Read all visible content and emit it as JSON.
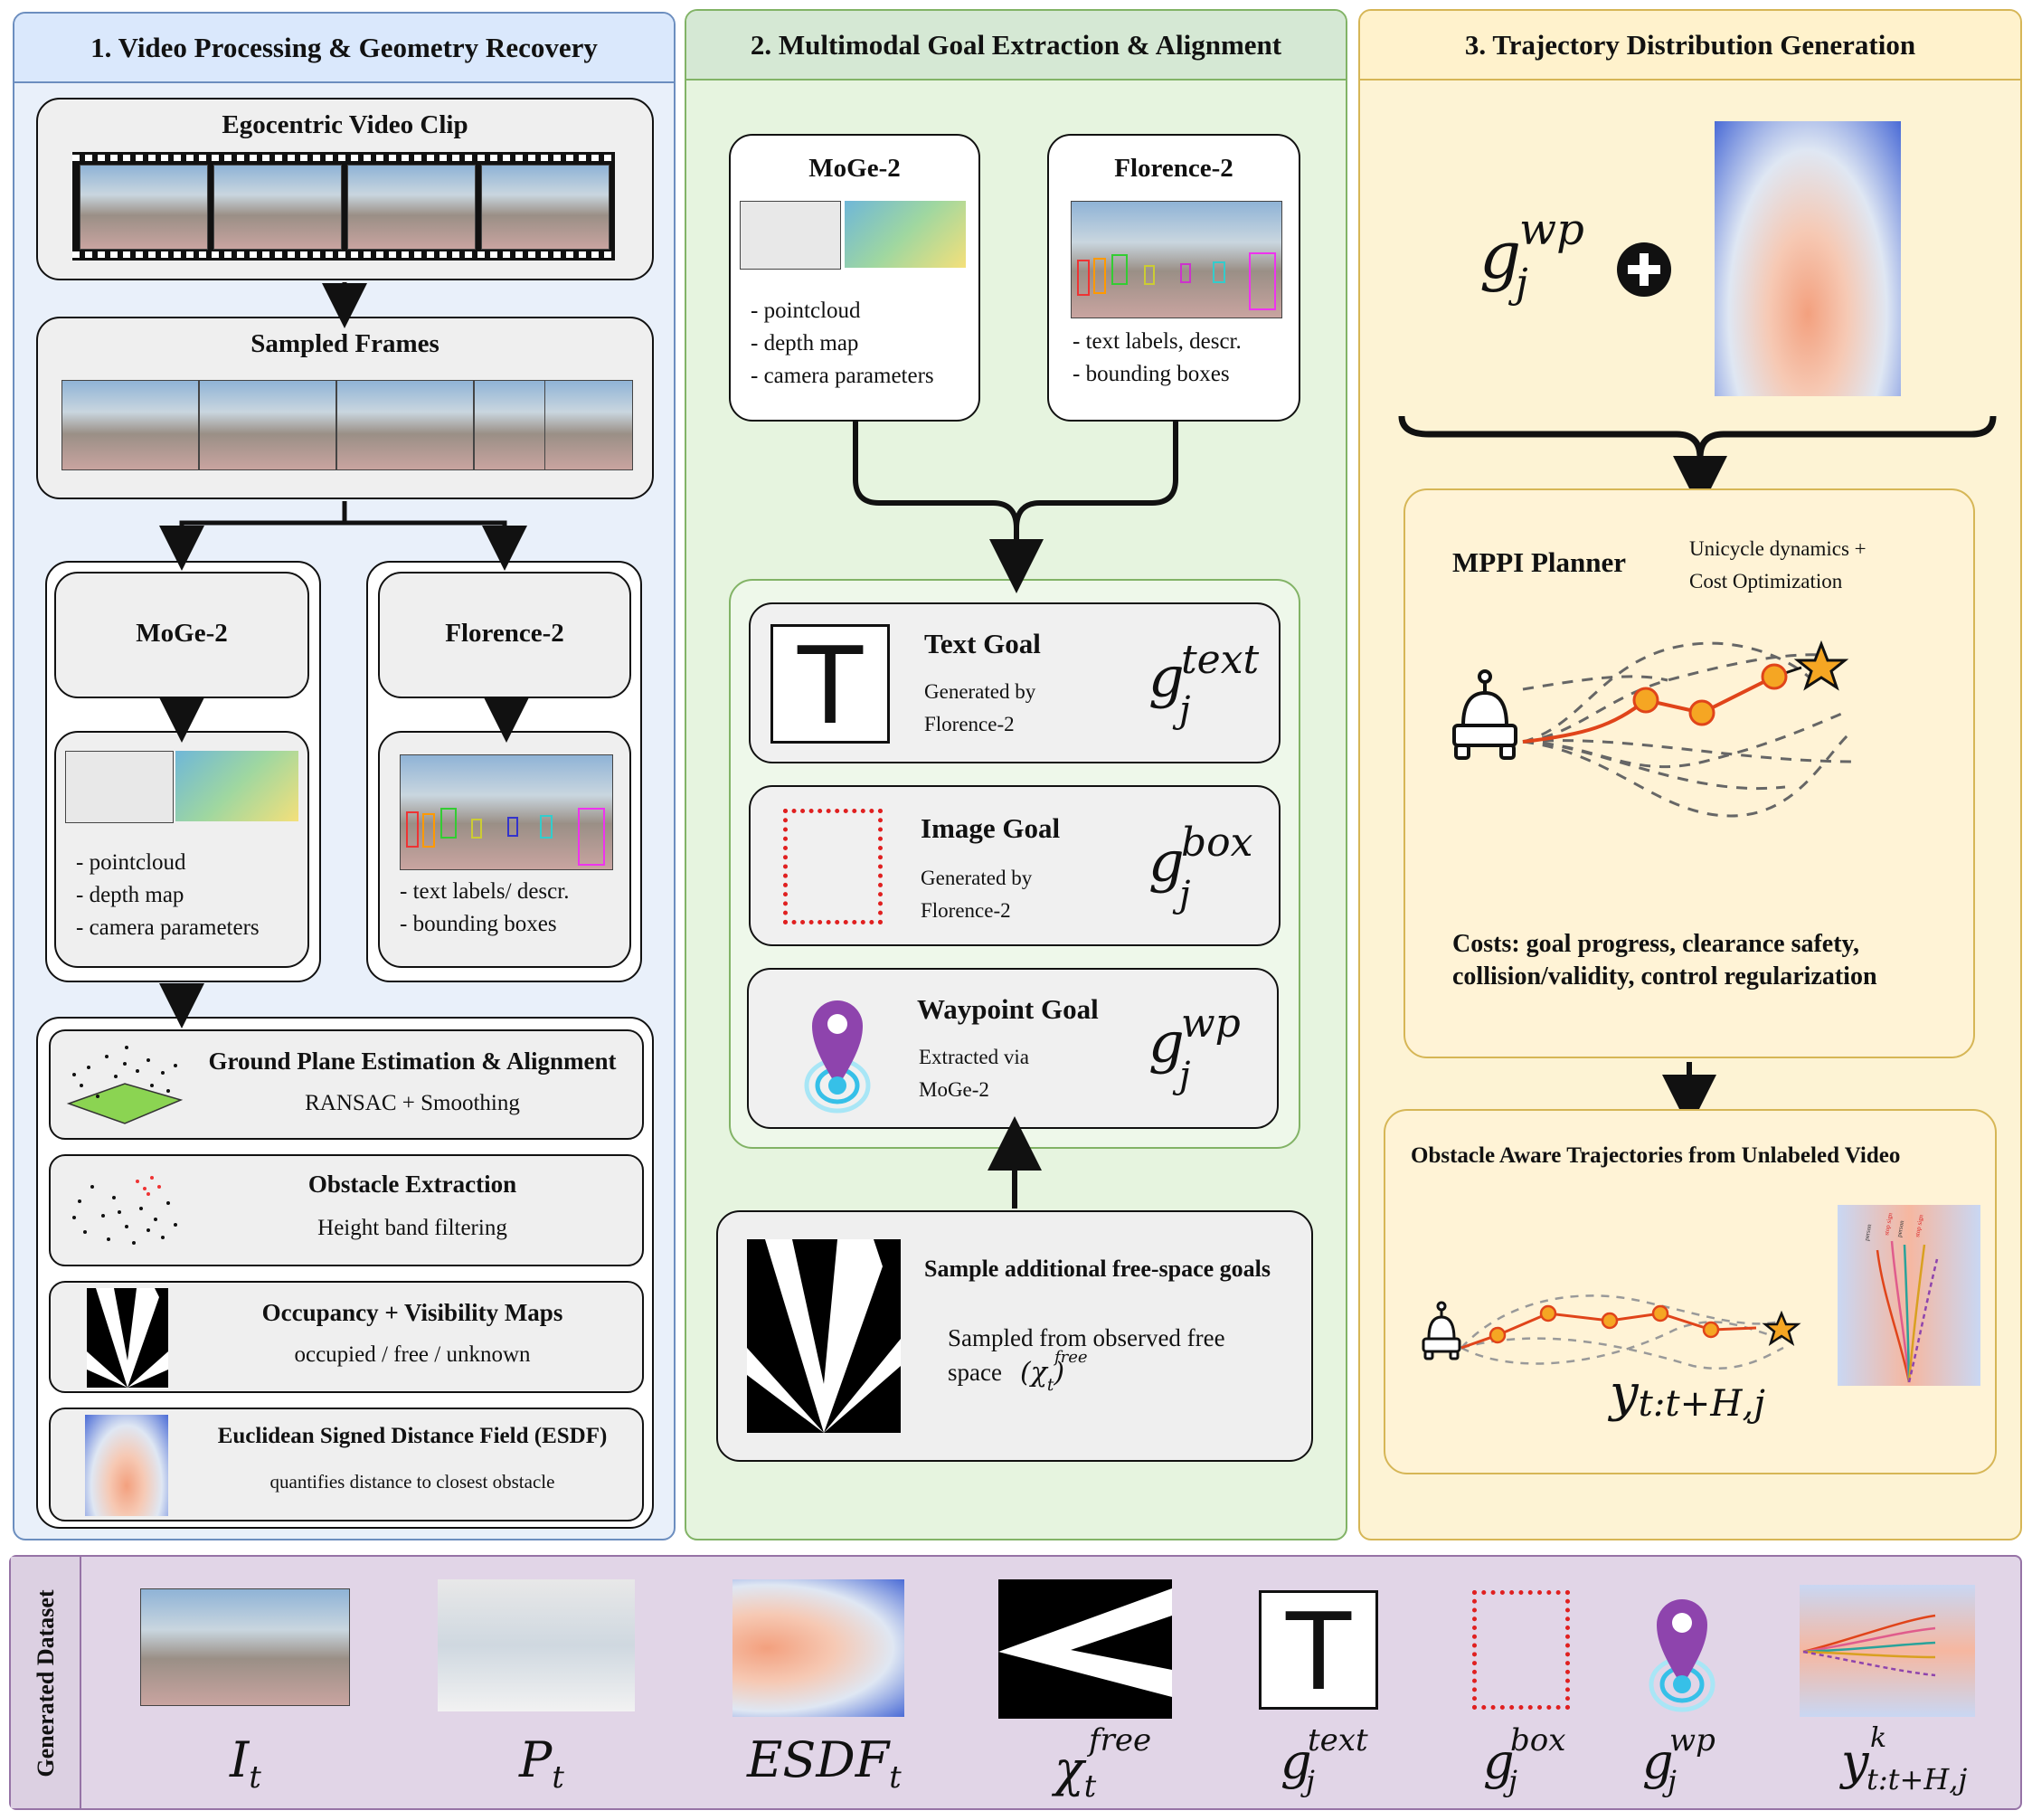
{
  "panel1": {
    "title": "1. Video Processing & Geometry Recovery",
    "video_title": "Egocentric Video Clip",
    "frames_title": "Sampled Frames",
    "moge_title": "MoGe-2",
    "moge_items": [
      "- pointcloud",
      "- depth map",
      "- camera parameters"
    ],
    "florence_title": "Florence-2",
    "florence_items": [
      "- text labels/ descr.",
      "- bounding boxes"
    ],
    "ground_title": "Ground Plane Estimation & Alignment",
    "ground_sub": "RANSAC + Smoothing",
    "obstacle_title": "Obstacle Extraction",
    "obstacle_sub": "Height band filtering",
    "occupancy_title": "Occupancy + Visibility Maps",
    "occupancy_sub": "occupied / free / unknown",
    "esdf_title": "Euclidean Signed Distance Field (ESDF)",
    "esdf_sub": "quantifies distance to closest obstacle"
  },
  "panel2": {
    "title": "2. Multimodal Goal Extraction & Alignment",
    "moge_title": "MoGe-2",
    "moge_items": [
      "- pointcloud",
      "- depth map",
      "- camera parameters"
    ],
    "florence_title": "Florence-2",
    "florence_items": [
      "- text labels, descr.",
      "- bounding boxes"
    ],
    "text_goal_title": "Text Goal",
    "text_goal_sub": [
      "Generated by",
      "Florence-2"
    ],
    "text_goal_sym": "g",
    "text_goal_sup": "text",
    "image_goal_title": "Image Goal",
    "image_goal_sub": [
      "Generated by",
      "Florence-2"
    ],
    "image_goal_sym": "g",
    "image_goal_sup": "box",
    "waypoint_goal_title": "Waypoint Goal",
    "waypoint_goal_sub": [
      "Extracted via",
      "MoGe-2"
    ],
    "waypoint_goal_sym": "g",
    "waypoint_goal_sup": "wp",
    "subscript": "j",
    "free_title": "Sample additional free-space goals",
    "free_sub_line1": "Sampled from observed free",
    "free_sub_line2": "space",
    "free_sym": "χ",
    "free_sup": "free",
    "free_subscript": "t",
    "text_icon": "T"
  },
  "panel3": {
    "title": "3. Trajectory Distribution Generation",
    "wp_sym": "g",
    "wp_sup": "wp",
    "wp_sub": "j",
    "mppi_title": "MPPI Planner",
    "mppi_sub": [
      "Unicycle dynamics +",
      "Cost Optimization"
    ],
    "costs": [
      "Costs: goal progress, clearance safety,",
      "collision/validity, control regularization"
    ],
    "result_title": "Obstacle Aware Trajectories from Unlabeled Video",
    "result_sym": "y",
    "result_sub": "t:t+H,j",
    "chart_labels": [
      "person",
      "stop sign",
      "person",
      "stop sign"
    ]
  },
  "dataset": {
    "label": "Generated Dataset",
    "items": [
      {
        "sym": "I",
        "sub": "t",
        "sup": ""
      },
      {
        "sym": "P",
        "sub": "t",
        "sup": ""
      },
      {
        "sym": "ESDF",
        "sub": "t",
        "sup": ""
      },
      {
        "sym": "χ",
        "sub": "t",
        "sup": "free"
      },
      {
        "sym": "g",
        "sub": "j",
        "sup": "text"
      },
      {
        "sym": "g",
        "sub": "j",
        "sup": "box"
      },
      {
        "sym": "g",
        "sub": "j",
        "sup": "wp"
      },
      {
        "sym": "y",
        "sub": "t:t+H,j",
        "sup": "k"
      }
    ],
    "text_icon": "T"
  },
  "colors": {
    "panel1_bg": "#e9f0fa",
    "panel1_border": "#6c8ebf",
    "panel1_head": "#dae8fc",
    "panel2_bg": "#e6f4df",
    "panel2_border": "#82b366",
    "panel2_head": "#d5e8d4",
    "panel3_bg": "#fdf3d4",
    "panel3_border": "#d6b656",
    "panel3_head": "#fff2cc",
    "dataset_bg": "#e1d5e7",
    "dataset_border": "#9673a6",
    "trajectory": "#e0441a",
    "waypoint_dot": "#f5a623",
    "star": "#f5a623",
    "pin": "#8e44ad",
    "pin_ring": "#36c0e8",
    "dotted_box": "#e02020"
  },
  "icons": [
    "film-strip",
    "robot-icon",
    "star-icon",
    "location-pin-icon",
    "text-icon",
    "dotted-box-icon",
    "plus-circle-icon"
  ]
}
